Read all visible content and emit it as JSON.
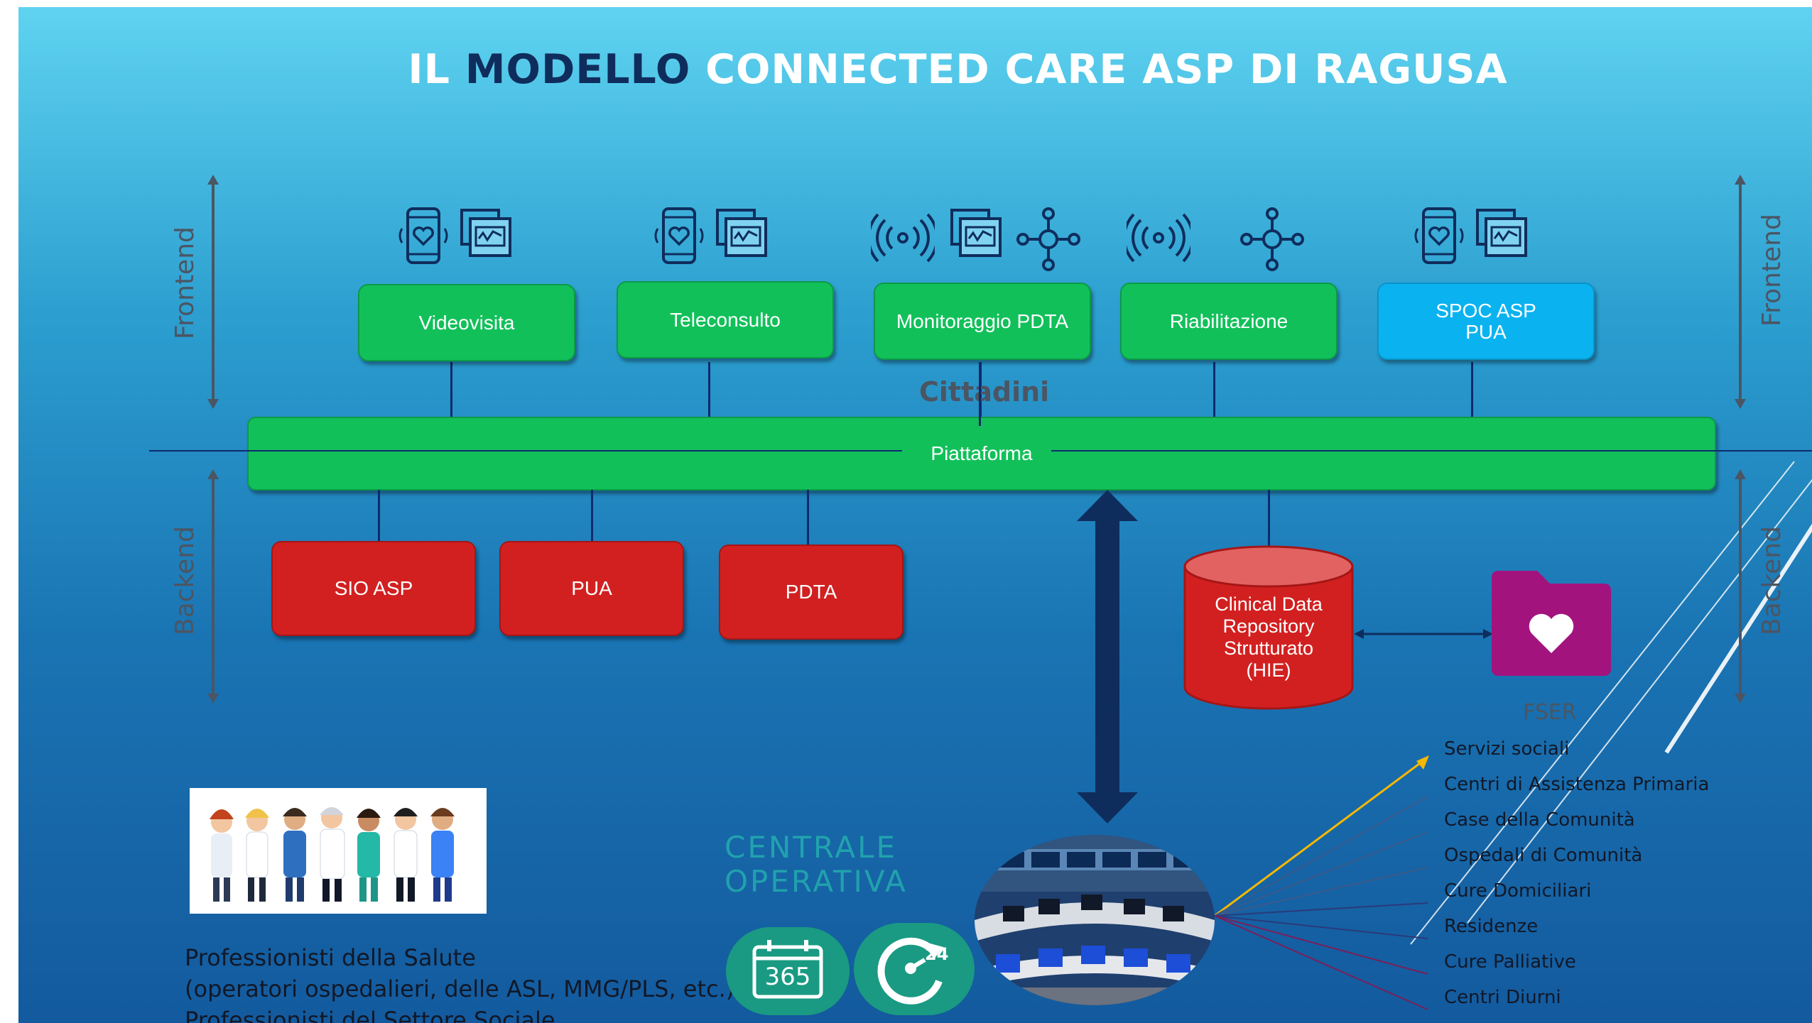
{
  "title": {
    "part1": "IL",
    "part2": "MODELLO",
    "part3": "CONNECTED CARE ASP DI RAGUSA"
  },
  "side_labels": {
    "frontend": "Frontend",
    "backend": "Backend"
  },
  "frontend_services": [
    {
      "label": "Videovisita"
    },
    {
      "label": "Teleconsulto"
    },
    {
      "label": "Monitoraggio PDTA"
    },
    {
      "label": "Riabilitazione"
    },
    {
      "label_line1": "SPOC ASP",
      "label_line2": "PUA"
    }
  ],
  "cittadini": "Cittadini",
  "platform": "Piattaforma",
  "backend_systems": [
    {
      "label": "SIO ASP"
    },
    {
      "label": "PUA"
    },
    {
      "label": "PDTA"
    }
  ],
  "repository": {
    "line1": "Clinical Data",
    "line2": "Repository",
    "line3": "Strutturato",
    "line4": "(HIE)"
  },
  "fser": "FSER",
  "centrale": {
    "line1": "CENTRALE",
    "line2": "OPERATIVA"
  },
  "badges": {
    "calendar": "365",
    "clock": "24"
  },
  "services": [
    "Servizi sociali",
    "Centri di Assistenza Primaria",
    "Case della Comunità",
    "Ospedali di Comunità",
    "Cure Domiciliari",
    "Residenze",
    "Cure Palliative",
    "Centri Diurni"
  ],
  "professionals": {
    "line1": "Professionisti della Salute",
    "line2": "(operatori ospedalieri, delle ASL, MMG/PLS, etc.)",
    "line3": "Professionisti del Settore Sociale"
  },
  "colors": {
    "green": "#12c05a",
    "red": "#d22020",
    "blue": "#0ab3f0",
    "navy": "#0f2d5c",
    "folder": "#a3137e",
    "arrow": "#f5b800"
  }
}
